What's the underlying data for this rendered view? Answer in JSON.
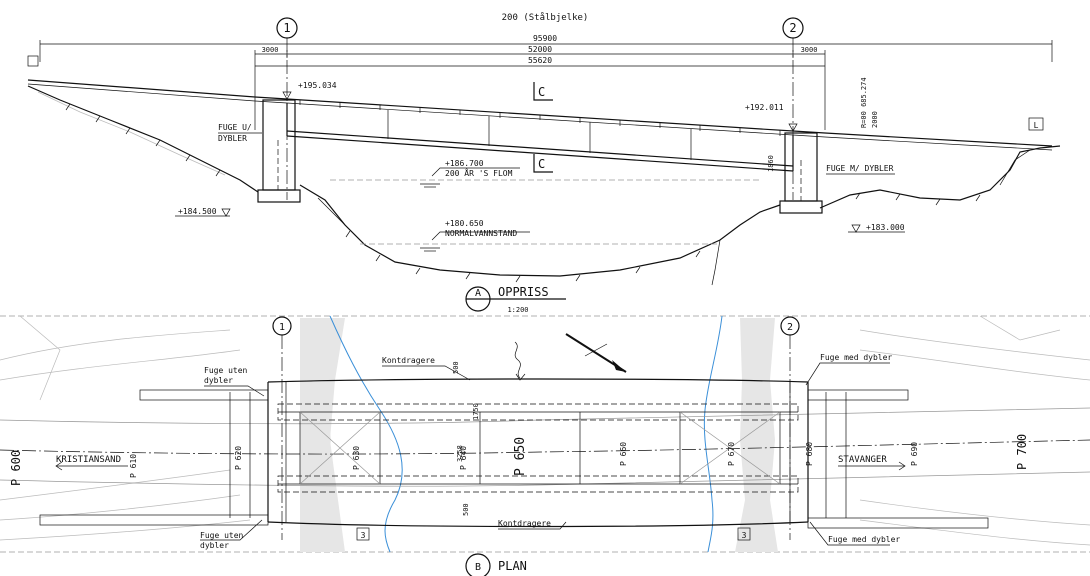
{
  "elevation": {
    "top_caption": "200 (Stålbjelke)",
    "axis_1": "1",
    "axis_2": "2",
    "dim_total": "95900",
    "dim_left": "3000",
    "dim_mid": "52000",
    "dim_right": "3000",
    "dim_inner": "55620",
    "level_left_deck": "+195.034",
    "level_right_deck": "+192.011",
    "level_flood": "+186.700",
    "flood_label": "200 ÅR 'S FLOM",
    "level_normal": "+180.650",
    "normal_label": "NORMALVANNSTAND",
    "level_left_ground": "+184.500",
    "level_right_ground": "+183.000",
    "joint_left_line1": "FUGE U/",
    "joint_left_line2": "DYBLER",
    "joint_right": "FUGE M/ DYBLER",
    "radius_text": "R=00 685.274",
    "radius_text2": "2000",
    "section_mark": "C",
    "title_letter": "A",
    "title": "OPPRISS",
    "scale": "1:200",
    "end_mark_left": "",
    "end_mark_right": "L"
  },
  "plan": {
    "axis_1": "1",
    "axis_2": "2",
    "fuge_uten_top_1": "Fuge uten",
    "fuge_uten_top_2": "dybler",
    "fuge_uten_bot_1": "Fuge uten",
    "fuge_uten_bot_2": "dybler",
    "fuge_med_top": "Fuge med dybler",
    "fuge_med_bot": "Fuge med dybler",
    "kontdragere_top": "Kontdragere",
    "kontdragere_bot": "Kontdragere",
    "kristiansand": "KRISTIANSAND",
    "stavanger": "STAVANGER",
    "p600": "P 600",
    "p610": "P 610",
    "p620": "P 620",
    "p630": "P 630",
    "p640": "P 640",
    "p650": "P 650",
    "p660": "P 660",
    "p670": "P 670",
    "p680": "P 680",
    "p690": "P 690",
    "p700": "P 700",
    "dim_500_top": "500",
    "dim_500_bot": "500",
    "dim_1750": "1750",
    "dim_3258": "3258",
    "box3_left": "3",
    "box3_right": "3",
    "title_letter": "B",
    "title": "PLAN"
  },
  "colors": {
    "line": "#111111",
    "river": "#3a8fd8",
    "hatch": "#bbbbbb"
  }
}
